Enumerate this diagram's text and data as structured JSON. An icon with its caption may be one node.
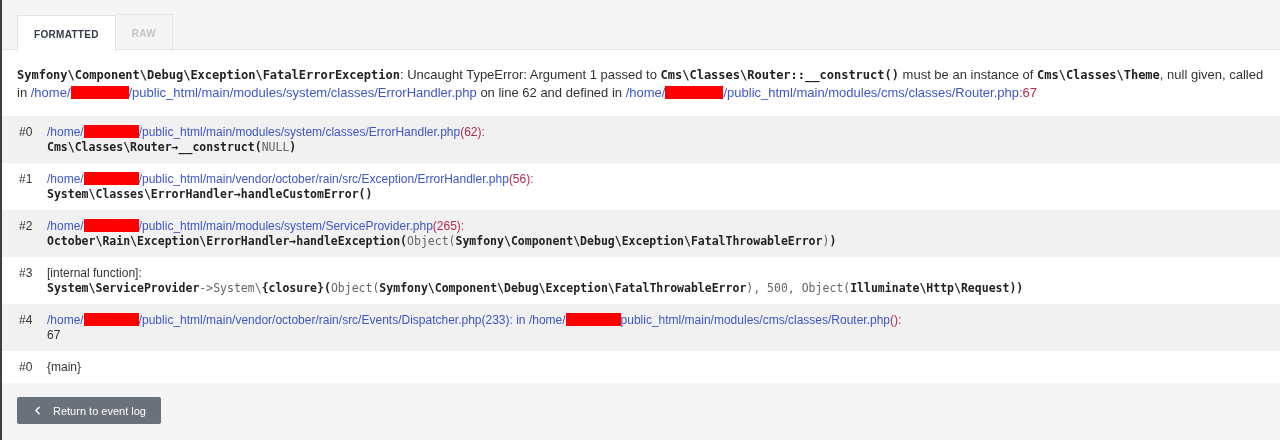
{
  "diagram": {
    "nodes": [
      {
        "text": [
          "FORMATTED"
        ]
      },
      {
        "text": [
          "RAW"
        ]
      },
      {
        "text": [
          "**Symfony\\Component\\Debug\\Exception\\FatalErrorException**: Uncaught TypeError: Argument 1 passed to **Cms\\Classes\\Router::__construct()** must be an instance of **Cms\\Classes\\Theme**, null given, called in",
          "/home/",
          "/public_html/main/modules/system/classes/ErrorHandler.php",
          "on line 62 and defined in",
          "/home/",
          "/public_html/main/modules/cms/classes/Router.php",
          ":67"
        ]
      },
      {
        "text": [
          "#0",
          "/home/",
          "/public_html/main/modules/system/classes/ErrorHandler.php",
          "(62):",
          "**Cms\\Classes\\Router→__construct(**NULL**)**"
        ]
      },
      {
        "text": [
          "#1",
          "/home/",
          "/public_html/main/vendor/october/rain/src/Exception/ErrorHandler.php",
          "(56):",
          "System\\Classes\\ErrorHandler→handleCustomError()"
        ]
      },
      {
        "text": [
          "#2",
          "/home/",
          "/public_html/main/modules/system/ServiceProvider.php",
          "(265):",
          "**October\\Rain\\Exception\\ErrorHandler→handleException(**Object(**Symfony\\Component\\Debug\\Exception\\FatalThrowableError**)**)**"
        ]
      },
      {
        "text": [
          "#3",
          "[internal function]:",
          "**System\\ServiceProvider**->System\\**{closure}(**Object(**Symfony\\Component\\Debug\\Exception\\FatalThrowableError**), 500, Object(**Illuminate\\Http\\Request))**"
        ]
      },
      {
        "text": [
          "#4",
          "/home/",
          "/public_html/main/vendor/october/rain/src/Events/Dispatcher.php(233): in /home/",
          "public_html/main/modules/cms/classes/Router.php",
          "():",
          "67"
        ]
      },
      {
        "text": [
          "#0",
          "{main}"
        ]
      },
      {
        "text": [
          "Return to event log"
        ]
      }
    ]
  }
}
